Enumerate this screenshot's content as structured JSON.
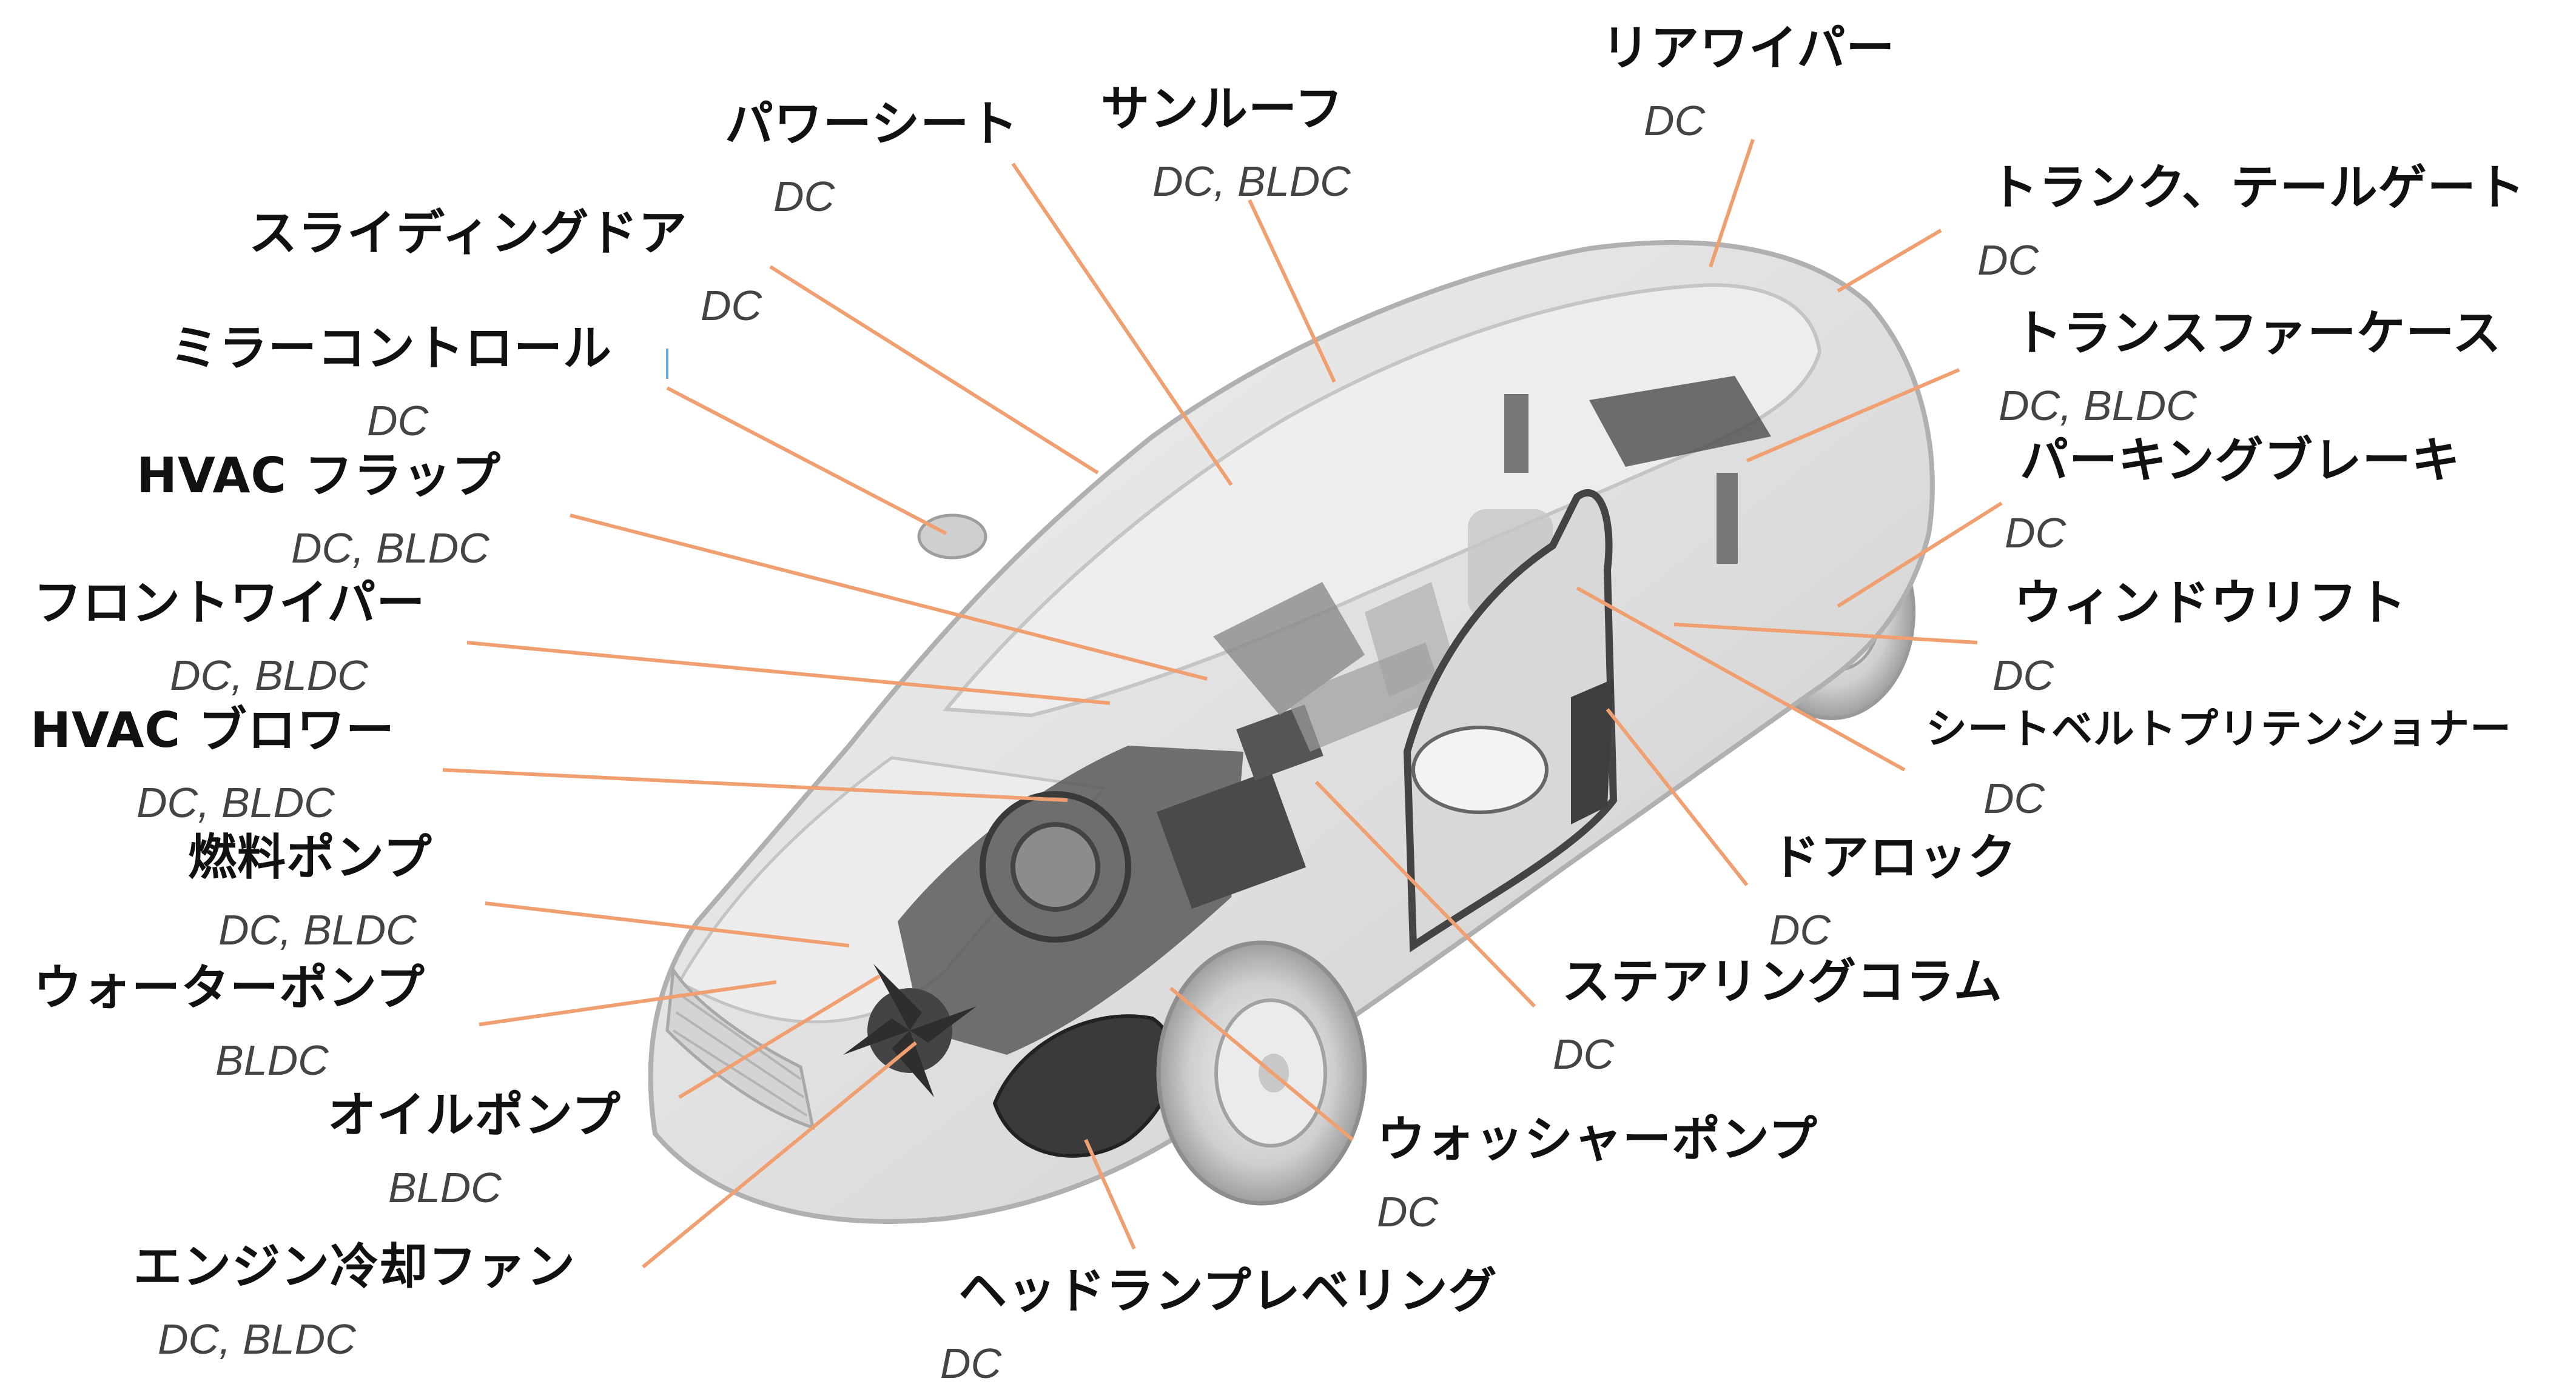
{
  "labels": [
    {
      "id": "rear-wiper",
      "name": "リアワイパー",
      "motor": "DC"
    },
    {
      "id": "power-seat",
      "name": "パワーシート",
      "motor": "DC"
    },
    {
      "id": "sunroof",
      "name": "サンルーフ",
      "motor": "DC, BLDC"
    },
    {
      "id": "trunk-tailgate",
      "name": "トランク、テールゲート",
      "motor": "DC"
    },
    {
      "id": "sliding-door",
      "name": "スライディングドア",
      "motor": "DC"
    },
    {
      "id": "transfer-case",
      "name": "トランスファーケース",
      "motor": "DC, BLDC"
    },
    {
      "id": "mirror-control",
      "name": "ミラーコントロール",
      "motor": "DC"
    },
    {
      "id": "parking-brake",
      "name": "パーキングブレーキ",
      "motor": "DC"
    },
    {
      "id": "hvac-flap",
      "name": "HVAC フラップ",
      "motor": "DC, BLDC"
    },
    {
      "id": "window-lift",
      "name": "ウィンドウリフト",
      "motor": "DC"
    },
    {
      "id": "front-wiper",
      "name": "フロントワイパー",
      "motor": "DC, BLDC"
    },
    {
      "id": "seatbelt-pretensioner",
      "name": "シートベルトプリテンショナー",
      "motor": "DC"
    },
    {
      "id": "hvac-blower",
      "name": "HVAC ブロワー",
      "motor": "DC, BLDC"
    },
    {
      "id": "door-lock",
      "name": "ドアロック",
      "motor": "DC"
    },
    {
      "id": "fuel-pump",
      "name": "燃料ポンプ",
      "motor": "DC, BLDC"
    },
    {
      "id": "steering-column",
      "name": "ステアリングコラム",
      "motor": "DC"
    },
    {
      "id": "water-pump",
      "name": "ウォーターポンプ",
      "motor": "BLDC"
    },
    {
      "id": "oil-pump",
      "name": "オイルポンプ",
      "motor": "BLDC"
    },
    {
      "id": "washer-pump",
      "name": "ウォッシャーポンプ",
      "motor": "DC"
    },
    {
      "id": "engine-cooling-fan",
      "name": "エンジン冷却ファン",
      "motor": "DC, BLDC"
    },
    {
      "id": "headlamp-leveling",
      "name": "ヘッドランプレベリング",
      "motor": "DC"
    }
  ],
  "colors": {
    "leader": "#f0a070",
    "body": "#e3e3e3",
    "body_edge": "#b8b8b8",
    "glass": "#efefef",
    "dark_part": "#3c3c3c",
    "mid_part": "#7a7a7a"
  }
}
